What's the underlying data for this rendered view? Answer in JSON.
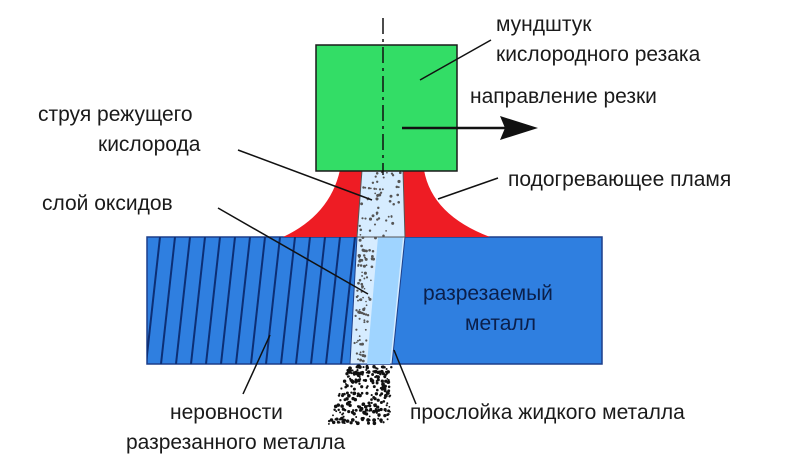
{
  "labels": {
    "nozzle_line1": "мундштук",
    "nozzle_line2": "кислородного резака",
    "direction": "направление резки",
    "jet_line1": "струя режущего",
    "jet_line2": "кислорода",
    "flame": "подогревающее пламя",
    "oxide_layer": "слой оксидов",
    "metal_line1": "разрезаемый",
    "metal_line2": "металл",
    "roughness_line1": "неровности",
    "roughness_line2": "разрезанного металла",
    "liquid_layer": "прослойка жидкого металла"
  },
  "colors": {
    "nozzle": "#33dd66",
    "flame": "#ee1c24",
    "metal": "#2f7fe0",
    "jet": "#d6ecff",
    "liquid": "#9fd4ff",
    "dots": "#111111"
  }
}
